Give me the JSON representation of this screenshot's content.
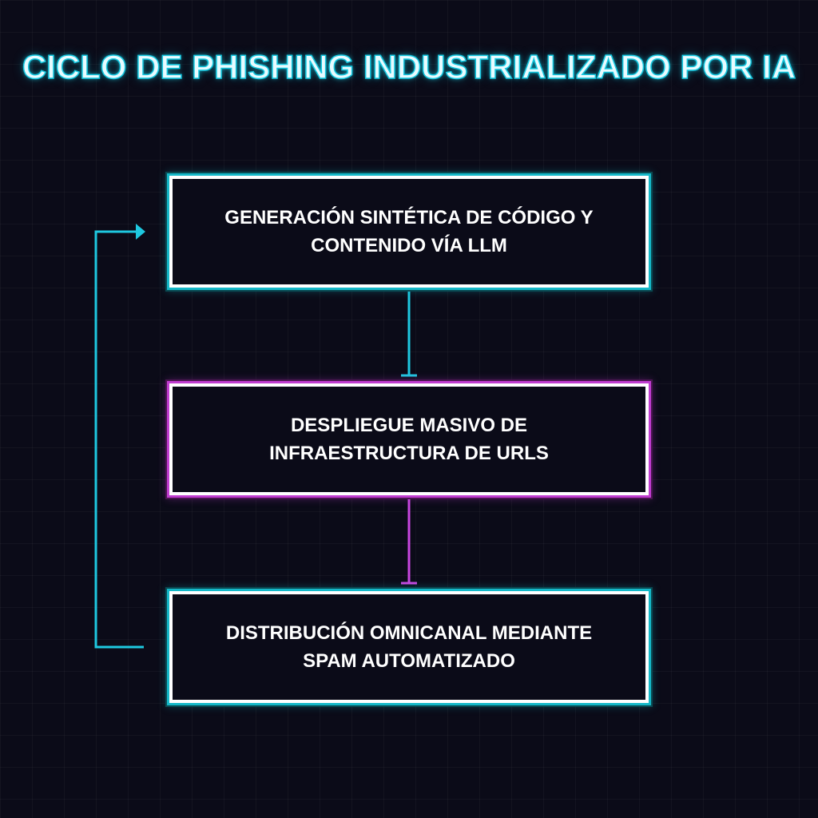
{
  "title": "CICLO DE PHISHING INDUSTRIALIZADO POR IA",
  "colors": {
    "background": "#0b0b18",
    "accent_cyan": "#14b8c8",
    "accent_magenta": "#c03cd0",
    "text": "#ffffff"
  },
  "steps": [
    {
      "label": "GENERACIÓN SINTÉTICA DE CÓDIGO Y CONTENIDO VÍA LLM",
      "accent": "cyan"
    },
    {
      "label": "DESPLIEGUE MASIVO DE INFRAESTRUCTURA DE URLS",
      "accent": "magenta"
    },
    {
      "label": "DISTRIBUCIÓN OMNICANAL MEDIANTE SPAM AUTOMATIZADO",
      "accent": "cyan"
    }
  ]
}
